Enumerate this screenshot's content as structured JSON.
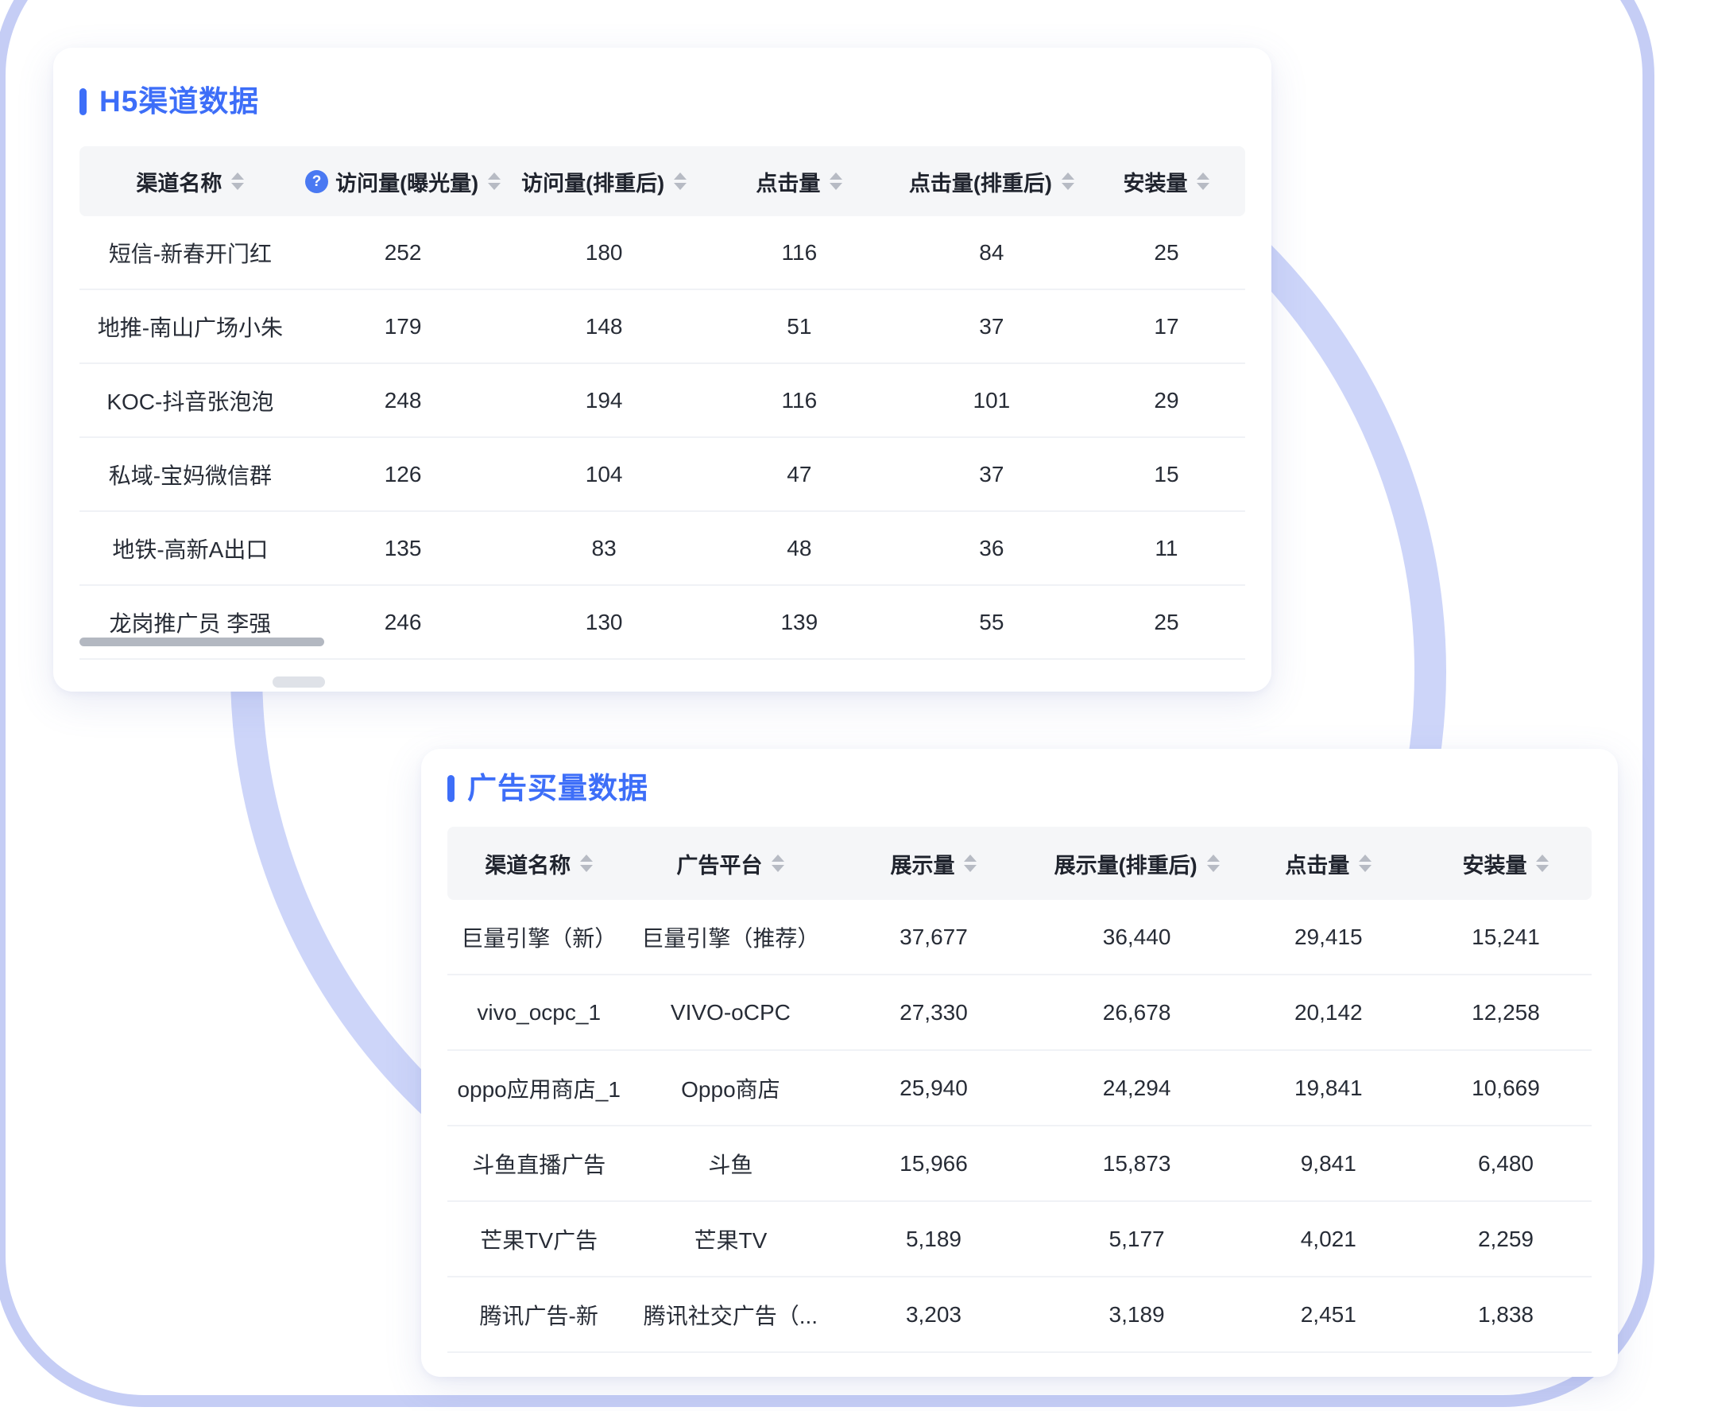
{
  "page": {
    "accent_color": "#3d6ef8",
    "ring_color": "#cdd5f9",
    "frame_color": "#c5cdf5"
  },
  "h5_card": {
    "title": "H5渠道数据",
    "columns": [
      {
        "label": "渠道名称",
        "sortable": true
      },
      {
        "label": "访问量(曝光量)",
        "sortable": true,
        "help": true
      },
      {
        "label": "访问量(排重后)",
        "sortable": true
      },
      {
        "label": "点击量",
        "sortable": true
      },
      {
        "label": "点击量(排重后)",
        "sortable": true
      },
      {
        "label": "安装量",
        "sortable": true
      }
    ],
    "rows": [
      [
        "短信-新春开门红",
        "252",
        "180",
        "116",
        "84",
        "25"
      ],
      [
        "地推-南山广场小朱",
        "179",
        "148",
        "51",
        "37",
        "17"
      ],
      [
        "KOC-抖音张泡泡",
        "248",
        "194",
        "116",
        "101",
        "29"
      ],
      [
        "私域-宝妈微信群",
        "126",
        "104",
        "47",
        "37",
        "15"
      ],
      [
        "地铁-高新A出口",
        "135",
        "83",
        "48",
        "36",
        "11"
      ],
      [
        "龙岗推广员 李强",
        "246",
        "130",
        "139",
        "55",
        "25"
      ]
    ]
  },
  "ad_card": {
    "title": "广告买量数据",
    "columns": [
      {
        "label": "渠道名称",
        "sortable": true
      },
      {
        "label": "广告平台",
        "sortable": true
      },
      {
        "label": "展示量",
        "sortable": true
      },
      {
        "label": "展示量(排重后)",
        "sortable": true
      },
      {
        "label": "点击量",
        "sortable": true
      },
      {
        "label": "安装量",
        "sortable": true
      }
    ],
    "rows": [
      [
        "巨量引擎（新）",
        "巨量引擎（推荐）",
        "37,677",
        "36,440",
        "29,415",
        "15,241"
      ],
      [
        "vivo_ocpc_1",
        "VIVO-oCPC",
        "27,330",
        "26,678",
        "20,142",
        "12,258"
      ],
      [
        "oppo应用商店_1",
        "Oppo商店",
        "25,940",
        "24,294",
        "19,841",
        "10,669"
      ],
      [
        "斗鱼直播广告",
        "斗鱼",
        "15,966",
        "15,873",
        "9,841",
        "6,480"
      ],
      [
        "芒果TV广告",
        "芒果TV",
        "5,189",
        "5,177",
        "4,021",
        "2,259"
      ],
      [
        "腾讯广告-新",
        "腾讯社交广告（...",
        "3,203",
        "3,189",
        "2,451",
        "1,838"
      ]
    ]
  }
}
